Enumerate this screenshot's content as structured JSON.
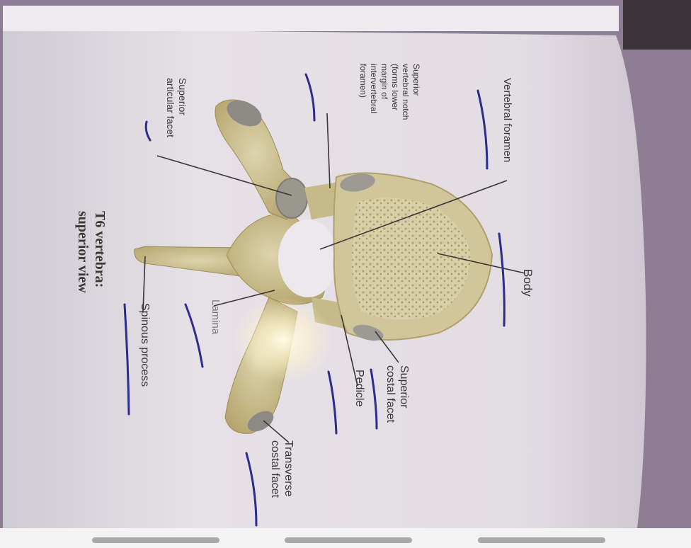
{
  "title": [
    "T6 vertebra:",
    "superior view"
  ],
  "labels": {
    "vertebral_foramen": [
      "Vertebral foramen"
    ],
    "body": [
      "Body"
    ],
    "superior_costal_facet": [
      "Superior",
      "costal facet"
    ],
    "pedicle": [
      "Pedicle"
    ],
    "transverse_costal_facet": [
      "Transverse",
      "costal facet"
    ],
    "spinous_process": [
      "Spinous process"
    ],
    "lamina": [
      "Lamina"
    ],
    "superior_articular_facet": [
      "Superior",
      "articular facet"
    ],
    "superior_vertebral_notch": [
      "Superior",
      "vertebral notch",
      "(forms lower",
      "margin of",
      "intervertebral",
      "foramen)"
    ]
  },
  "colors": {
    "page": "#e4dfe5",
    "bone": "#cfc59c",
    "bone_shadow": "#a9995c",
    "ink": "#3a3634",
    "pen": "#2c2c8c",
    "background_fabric": "#8d7e95"
  }
}
